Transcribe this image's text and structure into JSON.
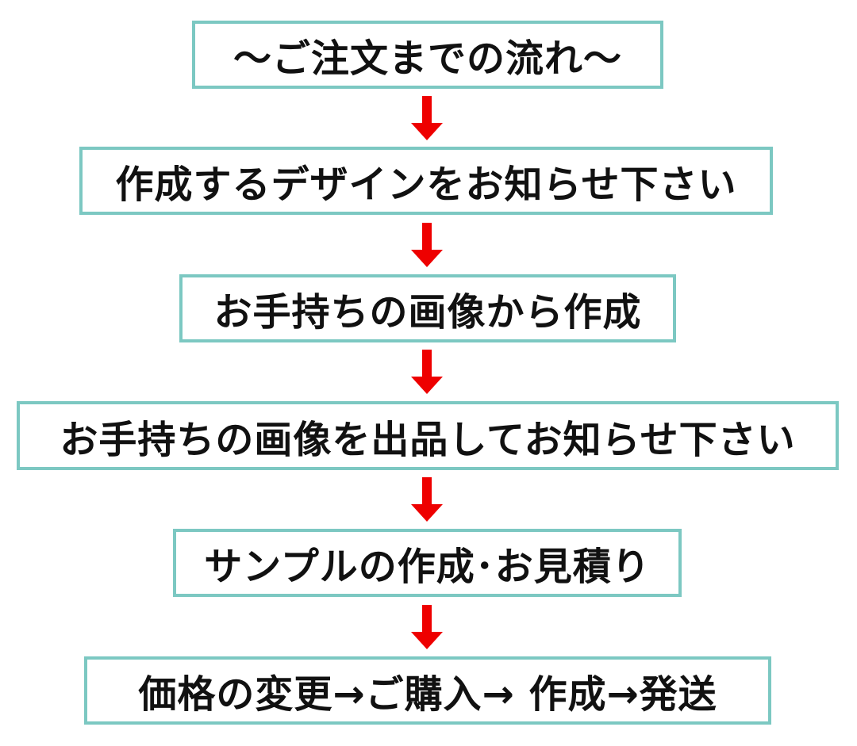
{
  "title": "～ご注文までの流れ～",
  "steps": [
    "作成するデザインをお知らせ下さい",
    "お手持ちの画像から作成",
    "お手持ちの画像を出品してお知らせ下さい",
    "サンプルの作成･お見積り",
    "価格の変更→ご購入→ 作成→発送"
  ],
  "colors": {
    "border": "#7cc8c2",
    "arrow": "#ee0000",
    "text": "#111111"
  }
}
